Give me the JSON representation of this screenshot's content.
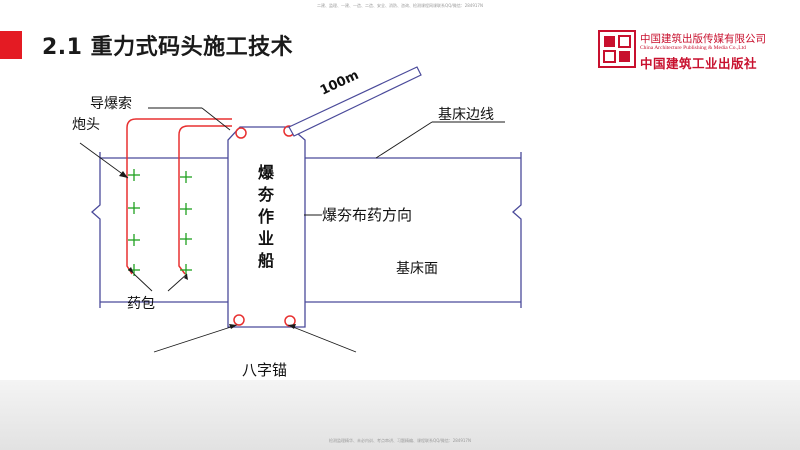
{
  "watermark": {
    "top": "二建、监理、一建、一造、二造、安全、消防、咨询、检测课程网课联系QQ/微信：284917N",
    "bottom": "检测监理精华、未必内训、考点串讲、习题精编、课程联系QQ/微信：284917N"
  },
  "title": "2.1 重力式码头施工技术",
  "accent_color": "#e41b23",
  "logo": {
    "name_cn": "中国建筑出版传媒有限公司",
    "name_en": "China Architecture Publishing & Media Co.,Ltd",
    "calligraphy": "中国建筑工业出版社",
    "color": "#c8102e"
  },
  "diagram": {
    "labels": {
      "distance": "100m",
      "detonating_cord": "导爆索",
      "detonator": "炮头",
      "bed_edge": "基床边线",
      "boat": [
        "爆",
        "夯",
        "作",
        "业",
        "船"
      ],
      "charge_direction": "爆夯布药方向",
      "bed_surface": "基床面",
      "charge_pack": "药包",
      "anchor": "八字锚"
    },
    "colors": {
      "line": "#4a4a9a",
      "cord": "#e83030",
      "charge": "#20a020"
    }
  }
}
